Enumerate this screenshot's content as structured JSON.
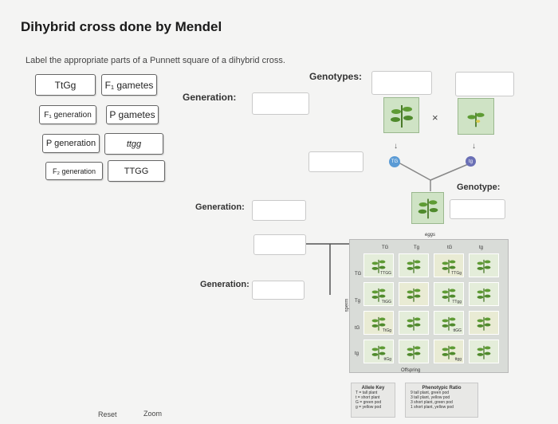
{
  "title": "Dihybrid cross done by Mendel",
  "instruction": "Label the appropriate parts of a Punnett square of a dihybrid cross.",
  "chips": {
    "ttgg_hybrid": "TtGg",
    "f1_gametes": "F₁ gametes",
    "f1_generation": "F₁ generation",
    "p_gametes": "P gametes",
    "p_generation": "P generation",
    "ttgg_recessive": "ttgg",
    "f2_generation": "F₂ generation",
    "ttgg_dominant": "TTGG"
  },
  "labels": {
    "genotypes": "Genotypes:",
    "generation_1": "Generation:",
    "generation_2": "Generation:",
    "generation_3": "Generation:",
    "genotype": "Genotype:"
  },
  "diagram": {
    "cross_symbol": "×",
    "gamete_TG": "TG",
    "gamete_tg": "tg",
    "eggs": "eggs",
    "sperm": "sperm",
    "offspring": "Offspring",
    "col_headers": [
      "TG",
      "Tg",
      "tG",
      "tg"
    ],
    "row_headers": [
      "TG",
      "Tg",
      "tG",
      "tg"
    ],
    "cell_labels": [
      "TTGG",
      "TTGg",
      "TtGG",
      "TTgg",
      "TtGg",
      "ttGG",
      "ttGg",
      "ttgg"
    ],
    "allele_key_title": "Allele Key",
    "allele_key": [
      "T = tall plant",
      "t = short plant",
      "G = green pod",
      "g = yellow pod"
    ],
    "phenotypic_title": "Phenotypic Ratio",
    "phenotypic": [
      "9 tall plant, green pod",
      "3 tall plant, yellow pod",
      "3 short plant, green pod",
      "1 short plant, yellow pod"
    ]
  },
  "buttons": {
    "reset": "Reset",
    "zoom": "Zoom"
  }
}
